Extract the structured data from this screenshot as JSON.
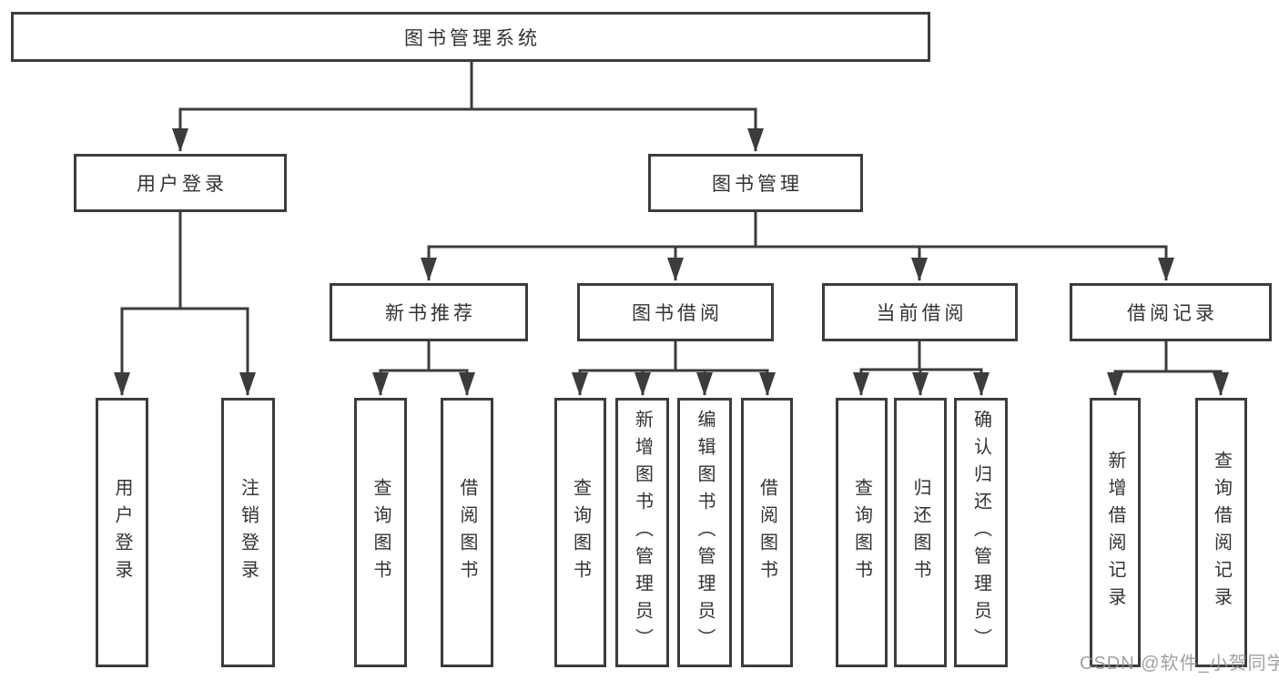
{
  "diagram": {
    "type": "tree",
    "root": {
      "label": "图书管理系统"
    },
    "level2": [
      {
        "label": "用户登录",
        "parent": "图书管理系统"
      },
      {
        "label": "图书管理",
        "parent": "图书管理系统"
      }
    ],
    "level3": [
      {
        "label": "新书推荐",
        "parent": "图书管理"
      },
      {
        "label": "图书借阅",
        "parent": "图书管理"
      },
      {
        "label": "当前借阅",
        "parent": "图书管理"
      },
      {
        "label": "借阅记录",
        "parent": "图书管理"
      }
    ],
    "leaves": [
      {
        "label": "用户登录",
        "parent": "用户登录"
      },
      {
        "label": "注销登录",
        "parent": "用户登录"
      },
      {
        "label": "查询图书",
        "parent": "新书推荐"
      },
      {
        "label": "借阅图书",
        "parent": "新书推荐"
      },
      {
        "label": "查询图书",
        "parent": "图书借阅"
      },
      {
        "label": "新增图书（管理员）",
        "parent": "图书借阅"
      },
      {
        "label": "编辑图书（管理员）",
        "parent": "图书借阅"
      },
      {
        "label": "借阅图书",
        "parent": "图书借阅"
      },
      {
        "label": "查询图书",
        "parent": "当前借阅"
      },
      {
        "label": "归还图书",
        "parent": "当前借阅"
      },
      {
        "label": "确认归还（管理员）",
        "parent": "当前借阅"
      },
      {
        "label": "新增借阅记录",
        "parent": "借阅记录"
      },
      {
        "label": "查询借阅记录",
        "parent": "借阅记录"
      }
    ],
    "colors": {
      "line": "#3c3c3c",
      "node_border": "#3c3c3c",
      "node_fill": "#ffffff",
      "text": "#333333"
    }
  },
  "watermark": {
    "text": "CSDN @软件_小贺同学",
    "color": "#949494"
  }
}
